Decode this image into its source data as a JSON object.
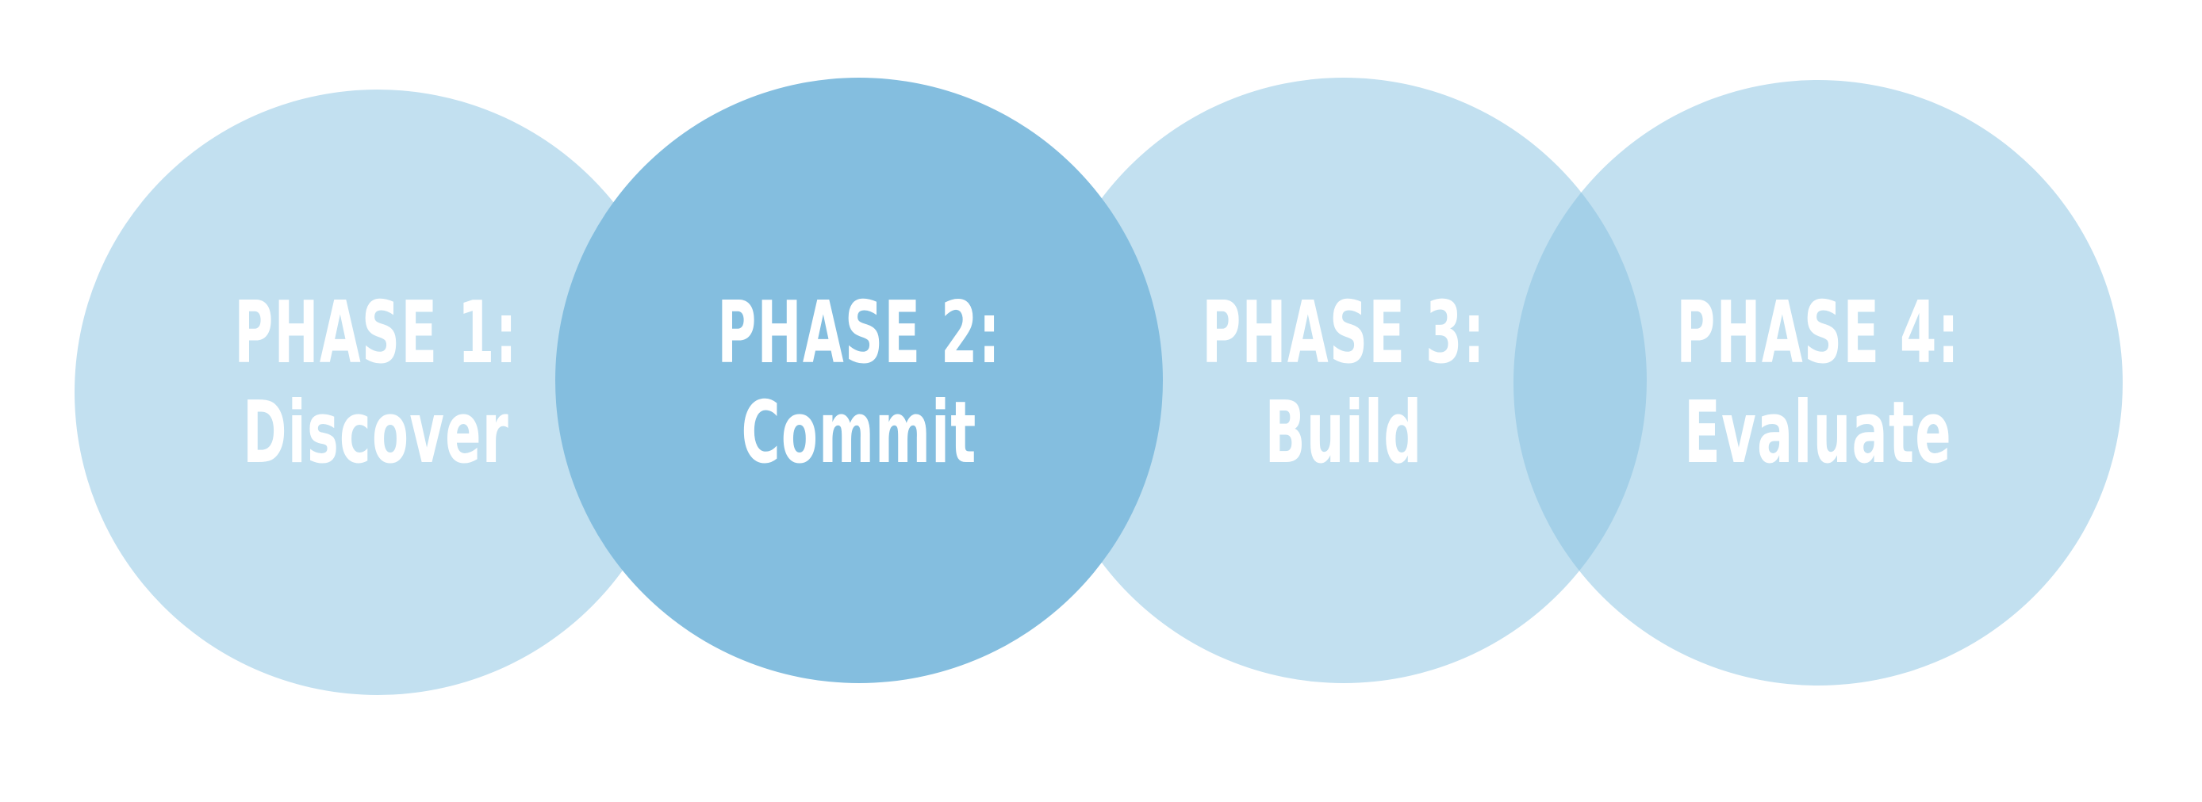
{
  "colors": {
    "background": "#ffffff",
    "light_circle": "#c2e0f0",
    "highlight_circle": "#84bedf",
    "overlap": "#a4d0e8",
    "text": "#ffffff"
  },
  "phases": [
    {
      "title": "PHASE 1:",
      "name": "Discover",
      "highlighted": false
    },
    {
      "title": "PHASE 2:",
      "name": "Commit",
      "highlighted": true
    },
    {
      "title": "PHASE 3:",
      "name": "Build",
      "highlighted": false
    },
    {
      "title": "PHASE 4:",
      "name": "Evaluate",
      "highlighted": false
    }
  ]
}
